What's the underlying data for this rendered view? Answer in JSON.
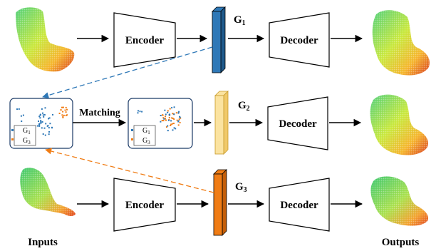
{
  "blocks": {
    "encoder_label": "Encoder",
    "decoder_label": "Decoder",
    "matching_label": "Matching"
  },
  "latents": [
    {
      "letter": "G",
      "index": "1",
      "color": "#2e78b7"
    },
    {
      "letter": "G",
      "index": "2",
      "color": "#fbe3a0"
    },
    {
      "letter": "G",
      "index": "3",
      "color": "#f07c14"
    }
  ],
  "legend": {
    "items": [
      {
        "letter": "G",
        "index": "1",
        "color": "#2e78b7"
      },
      {
        "letter": "G",
        "index": "3",
        "color": "#f07c14"
      }
    ]
  },
  "captions": {
    "inputs": "Inputs",
    "outputs": "Outputs"
  },
  "colors": {
    "dash_blue": "#2e78b7",
    "dash_orange": "#f07c14",
    "outline": "#000000"
  }
}
